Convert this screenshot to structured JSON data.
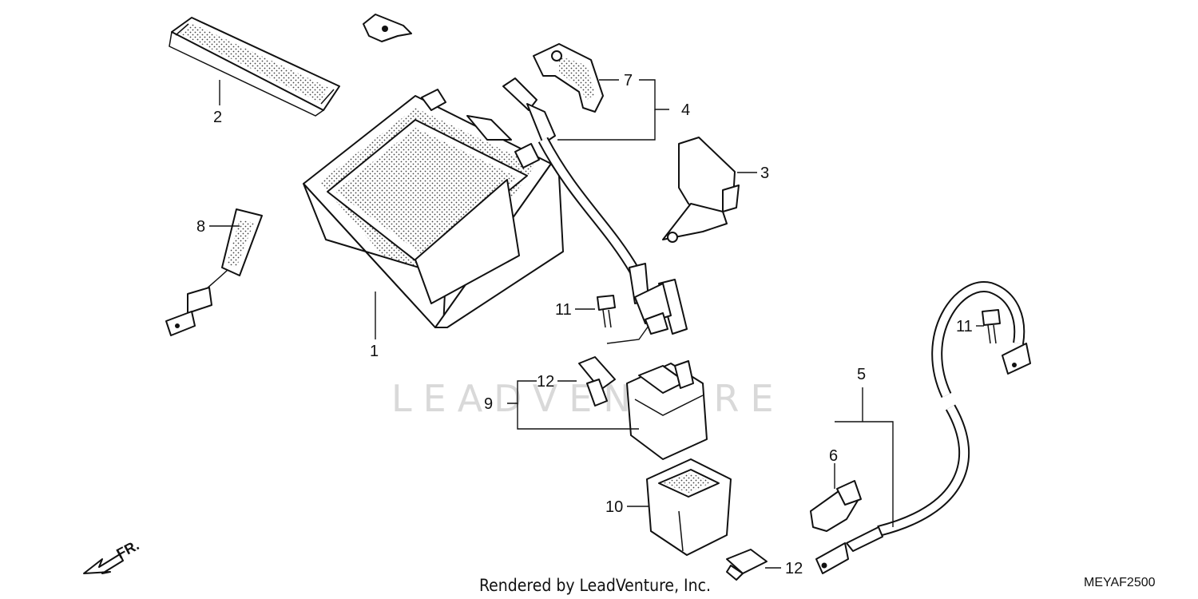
{
  "watermark": "LEADVENTURE",
  "footer": {
    "credit": "Rendered by LeadVenture, Inc.",
    "diagram_code": "MEYAF2500"
  },
  "direction_arrow": {
    "label": "FR."
  },
  "callouts": {
    "c1": "1",
    "c2": "2",
    "c3": "3",
    "c4": "4",
    "c5": "5",
    "c6": "6",
    "c7": "7",
    "c8": "8",
    "c9": "9",
    "c10": "10",
    "c11a": "11",
    "c11b": "11",
    "c12a": "12",
    "c12b": "12"
  }
}
